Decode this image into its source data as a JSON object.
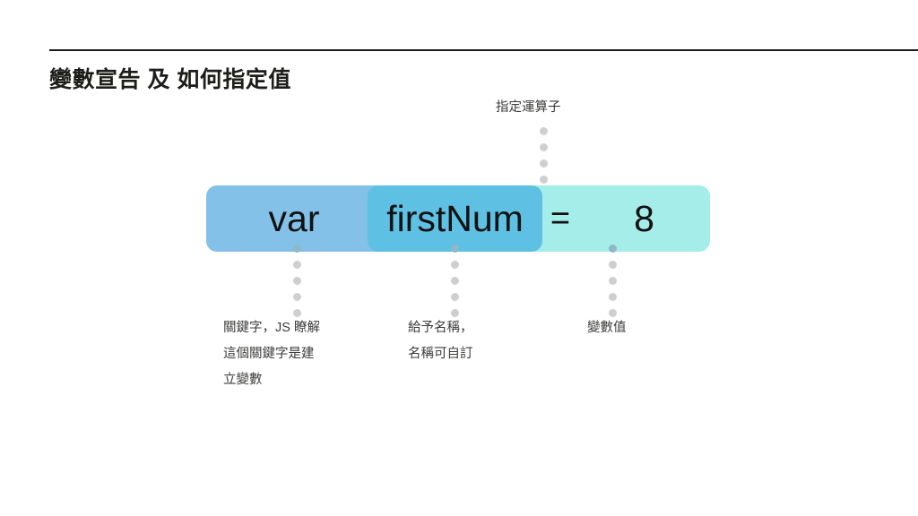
{
  "slide": {
    "title": "變數宣告 及 如何指定值",
    "background_color": "#ffffff",
    "rule_color": "#1d1d1b"
  },
  "code_expression": {
    "keyword": "var",
    "variable_name": "firstNum",
    "operator": "=",
    "value": "8",
    "segment_colors": {
      "keyword": "#84c1e8",
      "variable_name": "#5ec1e3",
      "value": "#a5ede9"
    }
  },
  "annotations": {
    "top": {
      "label": "指定運算子",
      "target": "operator"
    },
    "bottom": [
      {
        "label": "關鍵字，JS 瞭解\n這個關鍵字是建\n立變數",
        "target": "keyword"
      },
      {
        "label": "給予名稱，\n名稱可自訂",
        "target": "variable_name"
      },
      {
        "label": "變數值",
        "target": "value"
      }
    ]
  },
  "leader_lines": {
    "dot_color": "#cfcfcf",
    "dot_on_bar_color": "#8fb8c9"
  }
}
